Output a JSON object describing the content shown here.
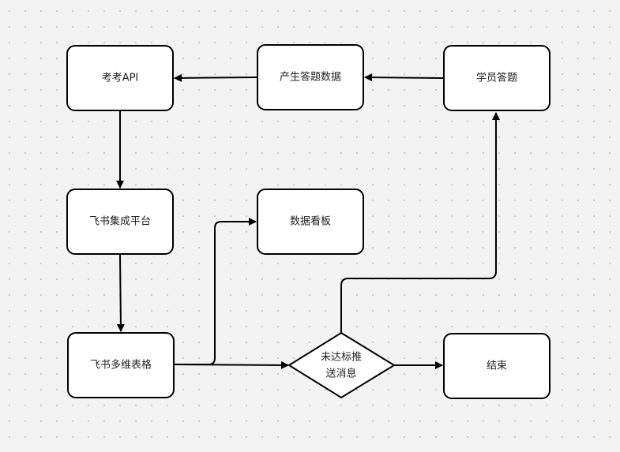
{
  "nodes": {
    "kaokao_api": {
      "label": "考考API"
    },
    "generate_data": {
      "label": "产生答题数据"
    },
    "student_answer": {
      "label": "学员答题"
    },
    "feishu_platform": {
      "label": "飞书集成平台"
    },
    "data_board": {
      "label": "数据看板"
    },
    "feishu_table": {
      "label": "飞书多维表格"
    },
    "decision": {
      "label_line1": "未达标推",
      "label_line2": "送消息"
    },
    "end": {
      "label": "结束"
    }
  }
}
